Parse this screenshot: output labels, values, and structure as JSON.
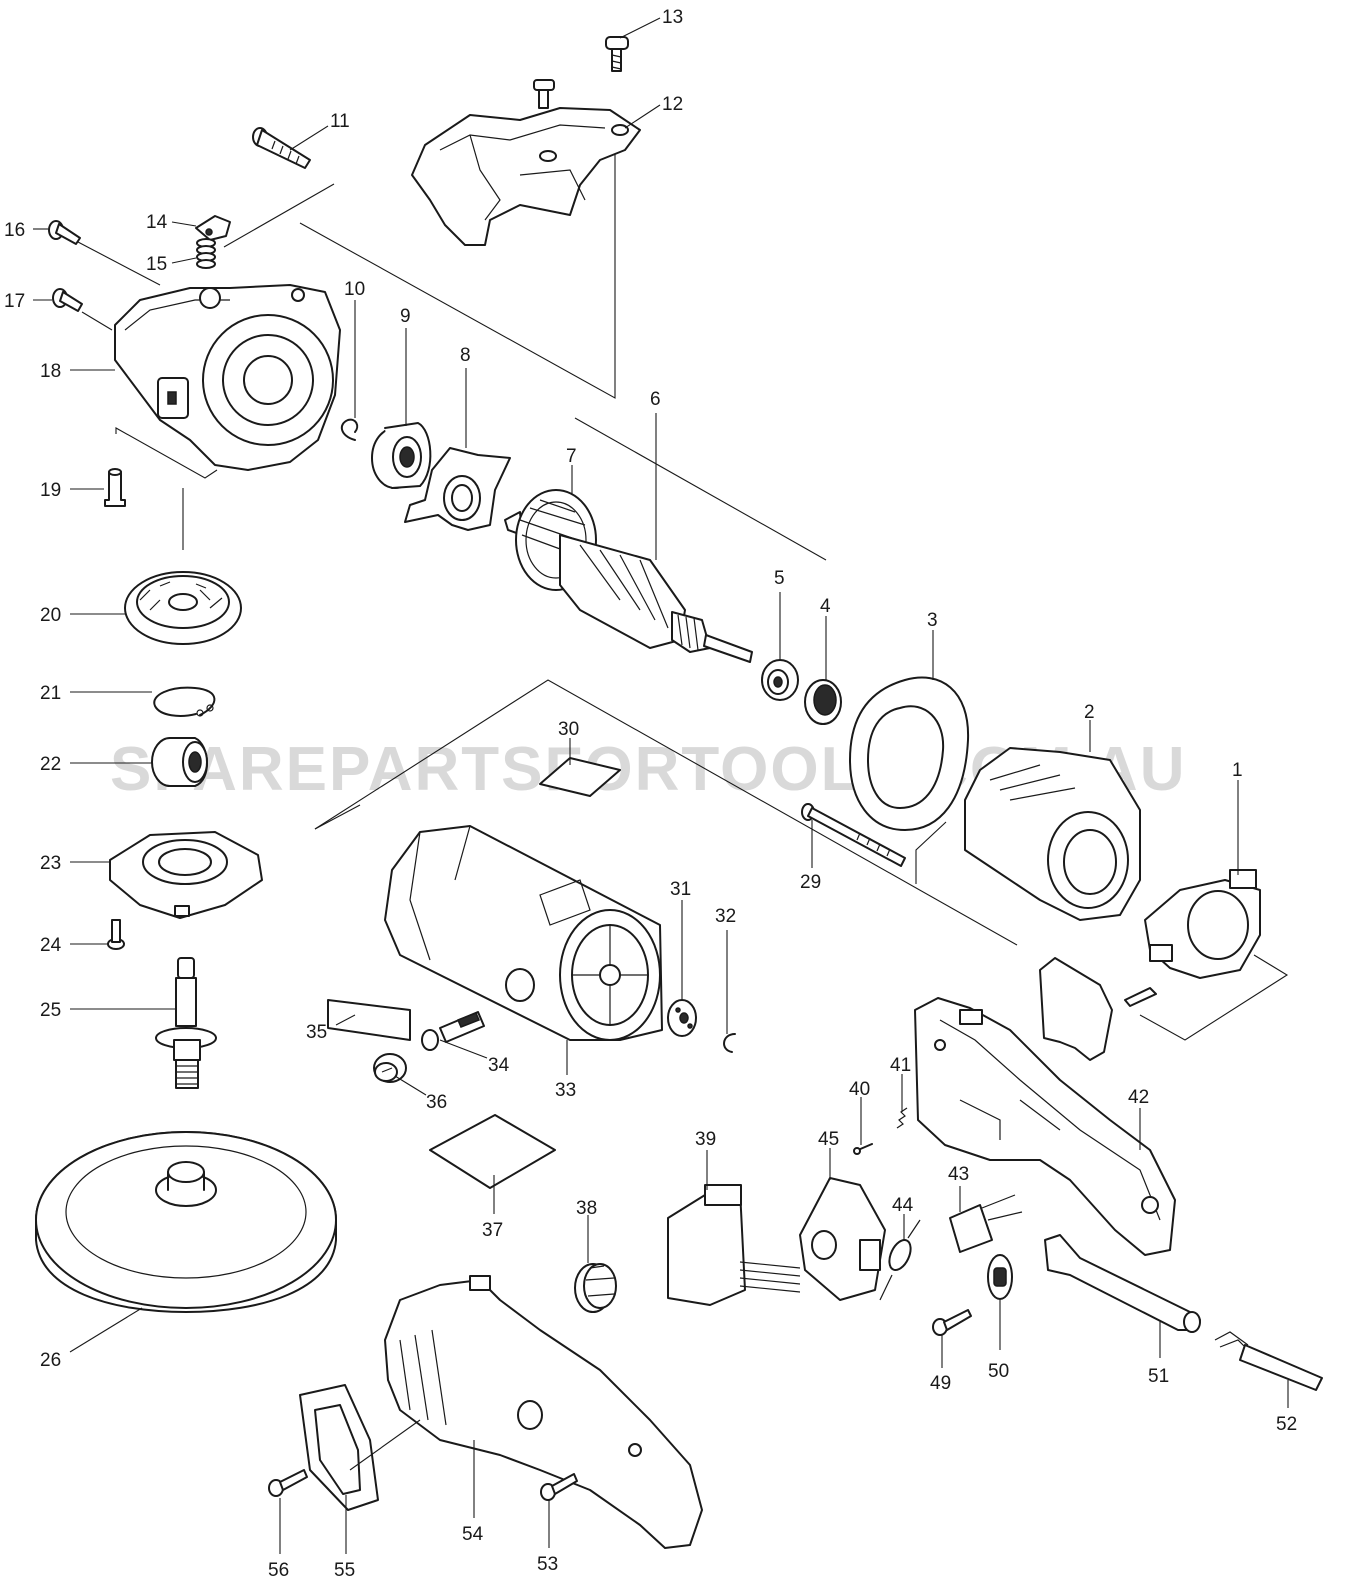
{
  "watermark": "SPAREPARTSFORTOOLS.COM.AU",
  "callouts": [
    "1",
    "2",
    "3",
    "4",
    "5",
    "6",
    "7",
    "8",
    "9",
    "10",
    "11",
    "12",
    "13",
    "14",
    "15",
    "16",
    "17",
    "18",
    "19",
    "20",
    "21",
    "22",
    "23",
    "24",
    "25",
    "26",
    "29",
    "30",
    "31",
    "32",
    "33",
    "34",
    "35",
    "36",
    "37",
    "38",
    "39",
    "40",
    "41",
    "42",
    "43",
    "44",
    "45",
    "49",
    "50",
    "51",
    "52",
    "53",
    "54",
    "55",
    "56"
  ]
}
